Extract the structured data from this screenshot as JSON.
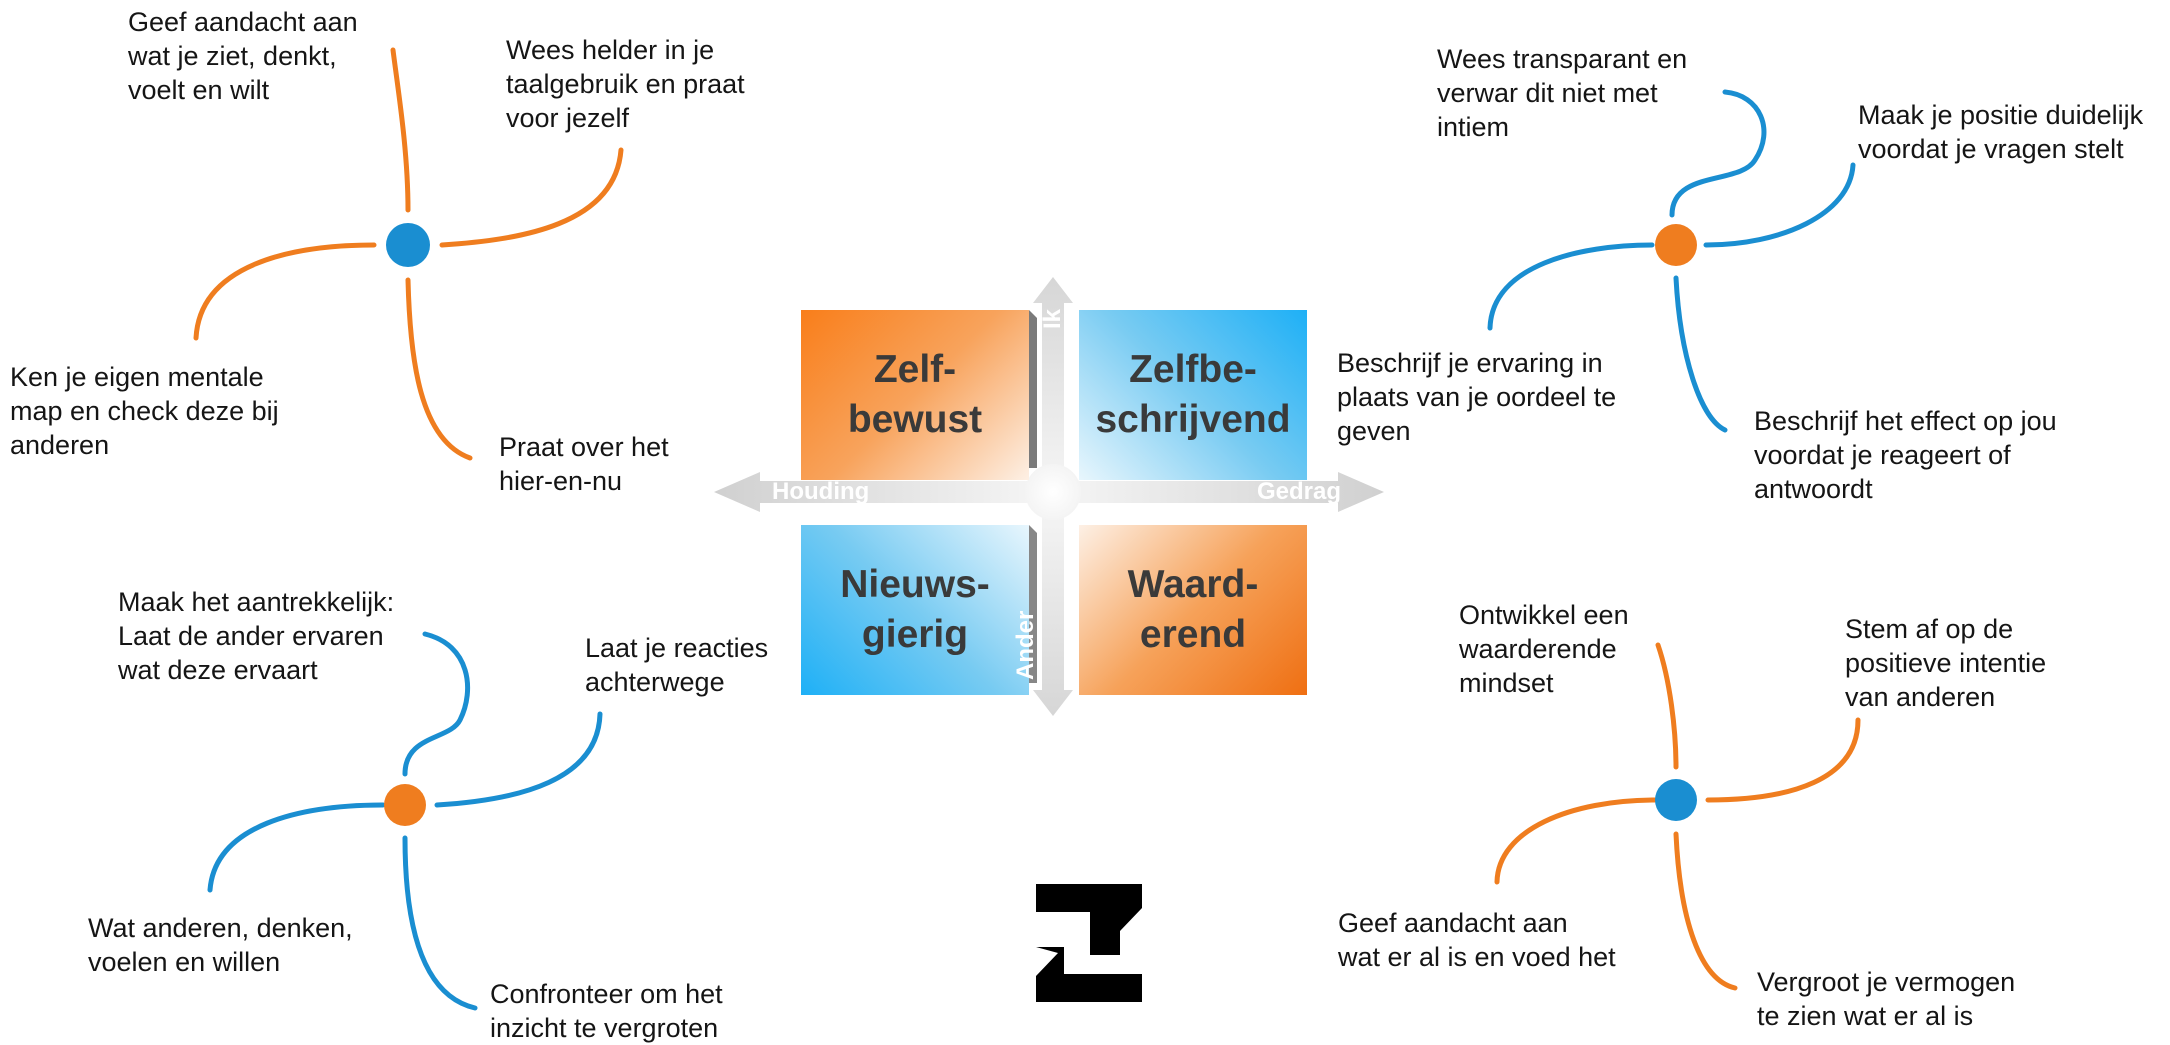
{
  "colors": {
    "orange": "#ef7d1f",
    "blue": "#1a8ed1",
    "arrow": "#d0d0d0"
  },
  "quadrants": {
    "top_left": "Zelf-\nbewust",
    "top_right": "Zelfbe-\nschrijvend",
    "bottom_left": "Nieuws-\ngierig",
    "bottom_right": "Waard-\nerend"
  },
  "axes": {
    "up": "Ik",
    "down": "Ander",
    "left": "Houding",
    "right": "Gedrag"
  },
  "clusters": {
    "top_left": {
      "node_icon": "blue-dot",
      "labels": [
        "Geef aandacht aan\nwat je ziet, denkt,\nvoelt en wilt",
        "Wees helder in je\ntaalgebruik en praat\nvoor jezelf",
        "Ken je eigen mentale\nmap en check deze bij\nanderen",
        "Praat over het\nhier-en-nu"
      ]
    },
    "top_right": {
      "node_icon": "orange-dot",
      "labels": [
        "Wees transparant en\nverwar dit niet met\nintiem",
        "Maak je positie duidelijk\nvoordat je vragen stelt",
        "Beschrijf je ervaring in\nplaats van je oordeel te\ngeven",
        "Beschrijf het effect op jou\nvoordat je reageert of\nantwoordt"
      ]
    },
    "bottom_left": {
      "node_icon": "orange-dot",
      "labels": [
        "Maak het aantrekkelijk:\nLaat de ander ervaren\nwat deze ervaart",
        "Laat je reacties\nachterwege",
        "Wat anderen, denken,\nvoelen en willen",
        "Confronteer om het\ninzicht te vergroten"
      ]
    },
    "bottom_right": {
      "node_icon": "blue-dot",
      "labels": [
        "Ontwikkel een\nwaarderende\nmindset",
        "Stem af op de\npositieve intentie\nvan anderen",
        "Geef aandacht aan\nwat er al is en voed het",
        "Vergroot je vermogen\nte zien wat er al is"
      ]
    }
  },
  "logo": {
    "icon": "brand-logo-icon"
  }
}
